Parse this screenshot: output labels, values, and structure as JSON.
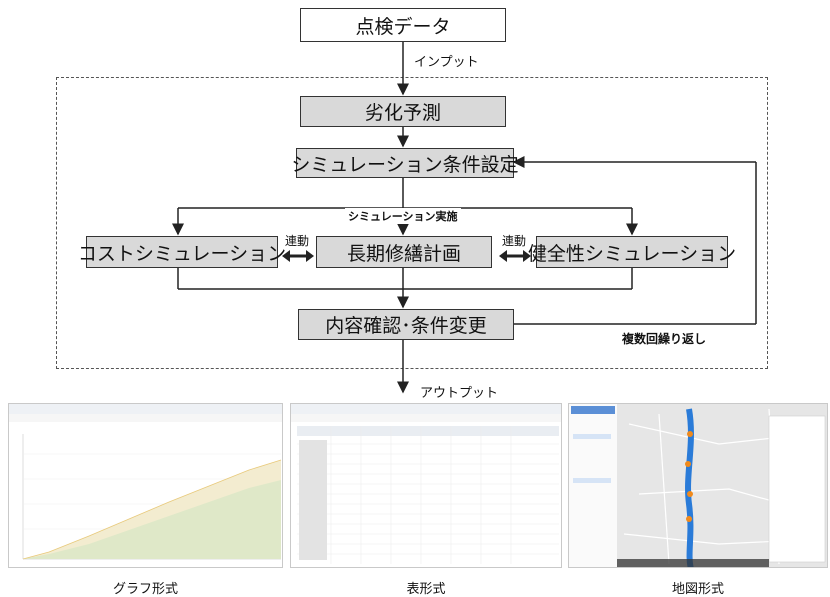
{
  "boxes": {
    "inspection_data": "点検データ",
    "deterioration_forecast": "劣化予測",
    "simulation_conditions": "シミュレーション条件設定",
    "cost_simulation": "コストシミュレーション",
    "long_term_plan": "長期修繕計画",
    "soundness_simulation": "健全性シミュレーション",
    "review_change": "内容確認･条件変更"
  },
  "labels": {
    "input": "インプット",
    "output": "アウトプット",
    "simulation_run": "シミュレーション実施",
    "linked_left": "連動",
    "linked_right": "連動",
    "repeat": "複数回繰り返し"
  },
  "outputs": {
    "graph": "グラフ形式",
    "table": "表形式",
    "map": "地図形式"
  },
  "colors": {
    "box_gray": "#d9d9d9",
    "line": "#222222",
    "map_route": "#2a7bd8",
    "map_route_markers": "#f08a1c"
  }
}
